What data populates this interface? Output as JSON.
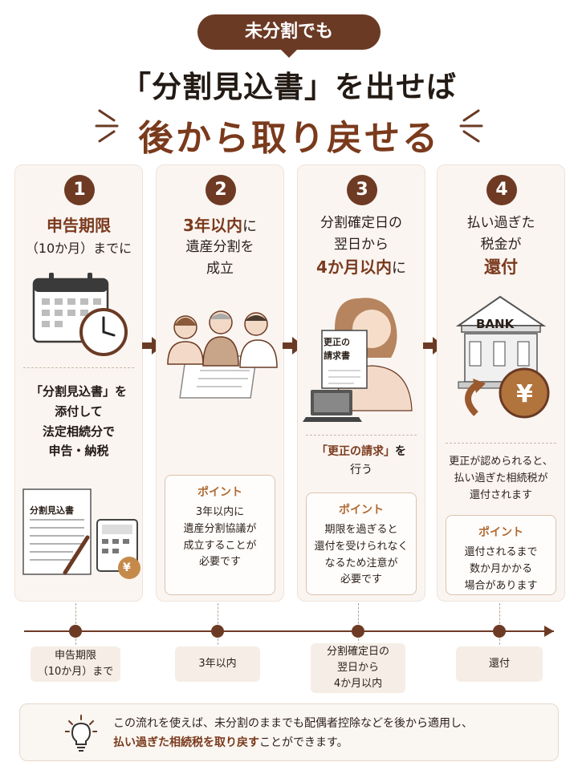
{
  "header": {
    "badge": "未分割でも",
    "title_line1": "「分割見込書」を出せば",
    "title_line2": "後から取り戻せる"
  },
  "steps": [
    {
      "number": "1",
      "head_a": "申告期限",
      "head_b": "（10か月）までに",
      "desc": [
        "「分割見込書」を",
        "添付して",
        "法定相続分で",
        "申告・納税"
      ],
      "doc_label": "分割見込書"
    },
    {
      "number": "2",
      "head_a_em": "3年以内",
      "head_a_rest": "に",
      "head_b": "遺産分割を",
      "head_c": "成立",
      "point_title": "ポイント",
      "point_lines": [
        "3年以内に",
        "遺産分割協議が",
        "成立することが",
        "必要です"
      ]
    },
    {
      "number": "3",
      "head_a": "分割確定日の",
      "head_b": "翌日から",
      "head_c_em": "4か月以内",
      "head_c_rest": "に",
      "doc_label": [
        "更正の",
        "請求書"
      ],
      "desc_em": "「更正の請求」",
      "desc_rest_a": "を",
      "desc_rest_b": "行う",
      "point_title": "ポイント",
      "point_lines": [
        "期限を過ぎると",
        "還付を受けられなく",
        "なるため注意が",
        "必要です"
      ]
    },
    {
      "number": "4",
      "head_a": "払い過ぎた",
      "head_b": "税金が",
      "head_c_em": "還付",
      "bank_label": "BANK",
      "yen": "¥",
      "desc_lines": [
        "更正が認められると、",
        "払い過ぎた相続税が",
        "還付されます"
      ],
      "point_title": "ポイント",
      "point_lines": [
        "還付されるまで",
        "数か月かかる",
        "場合があります"
      ]
    }
  ],
  "timeline": [
    [
      "申告期限",
      "（10か月）まで"
    ],
    [
      "3年以内"
    ],
    [
      "分割確定日の",
      "翌日から",
      "4か月以内"
    ],
    [
      "還付"
    ]
  ],
  "footer": {
    "line1": "この流れを使えば、未分割のままでも配偶者控除などを後から適用し、",
    "line2_em": "払い過ぎた相続税を取り戻す",
    "line2_rest": "ことができます。"
  },
  "icons": [
    "calendar-icon",
    "clock-icon",
    "family-icon",
    "woman-document-icon",
    "laptop-icon",
    "bank-icon",
    "yen-coin-icon",
    "calculator-icon",
    "pen-icon",
    "lightbulb-icon",
    "arrow-right-icon"
  ],
  "colors": {
    "accent": "#6e3a23",
    "highlight": "#7a3a1c",
    "card_bg": "#faf5f1"
  }
}
